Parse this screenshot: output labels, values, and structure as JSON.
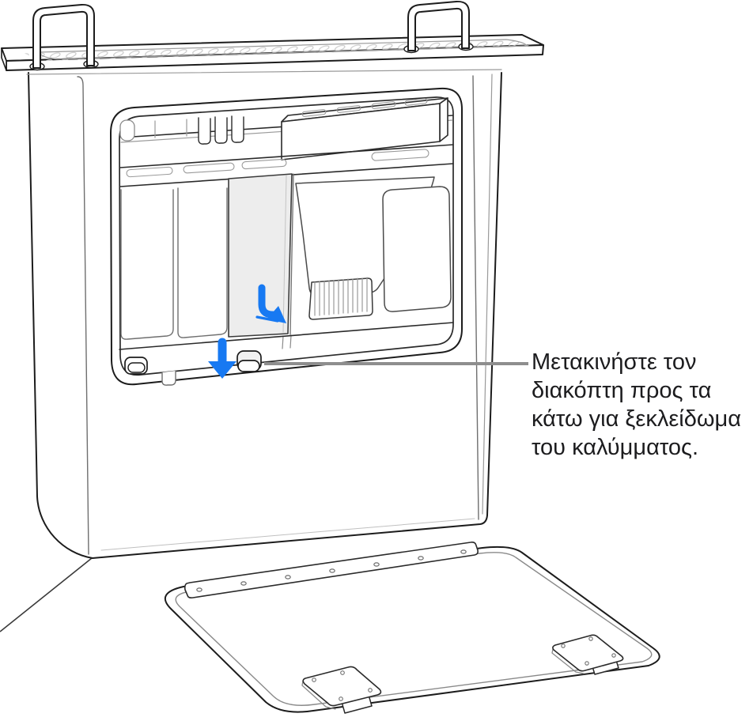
{
  "callout": {
    "text": "Μετακινήστε τον διακόπτη προς τα κάτω για ξεκλείδωμα του καλύμματος.",
    "lines": [
      "Μετακινήστε τον",
      "διακόπτη προς τα",
      "κάτω για ξεκλείδωμα",
      "του καλύμματος."
    ]
  },
  "colors": {
    "arrow_blue": "#1779f2",
    "callout_line": "#8e8e8e",
    "outline": "#1c1c1c",
    "panel_strip_fill": "#ededed",
    "background": "#ffffff"
  },
  "icons": {
    "slide-down-arrow-icon": "blue arrow pointing down at the lock switch",
    "latch-rotate-arrow-icon": "blue bent arrow showing latch slide direction"
  }
}
